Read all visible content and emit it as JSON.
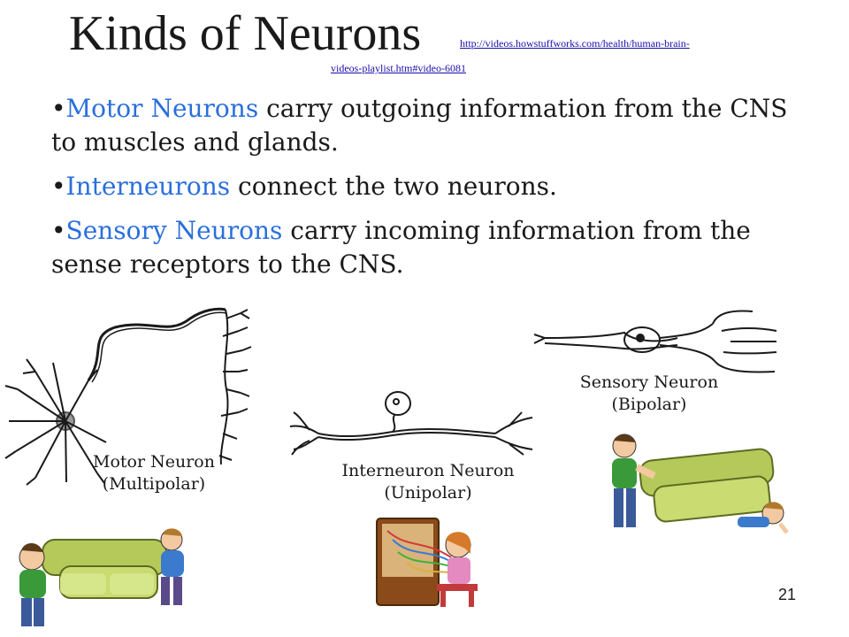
{
  "slide": {
    "title": "Kinds of Neurons",
    "link_line1": "http://videos.howstuffworks.com/health/human-brain-",
    "link_line2": "videos-playlist.htm#video-6081",
    "bullets": [
      {
        "term": "Motor Neurons",
        "rest": " carry outgoing information from the CNS to muscles and glands."
      },
      {
        "term": "Interneurons",
        "rest": " connect the two neurons."
      },
      {
        "term": "Sensory Neurons",
        "rest": " carry incoming information from the sense receptors to the CNS."
      }
    ],
    "bullet_char": "•",
    "captions": {
      "motor_line1": "Motor Neuron",
      "motor_line2": "(Multipolar)",
      "inter_line1": "Interneuron Neuron",
      "inter_line2": "(Unipolar)",
      "sensory_line1": "Sensory Neuron",
      "sensory_line2": "(Bipolar)"
    },
    "page_number": "21"
  },
  "colors": {
    "term": "#2a6fdb",
    "link": "#1a0dab",
    "couch": "#b5c95a",
    "shirt": "#3a9a3a"
  }
}
